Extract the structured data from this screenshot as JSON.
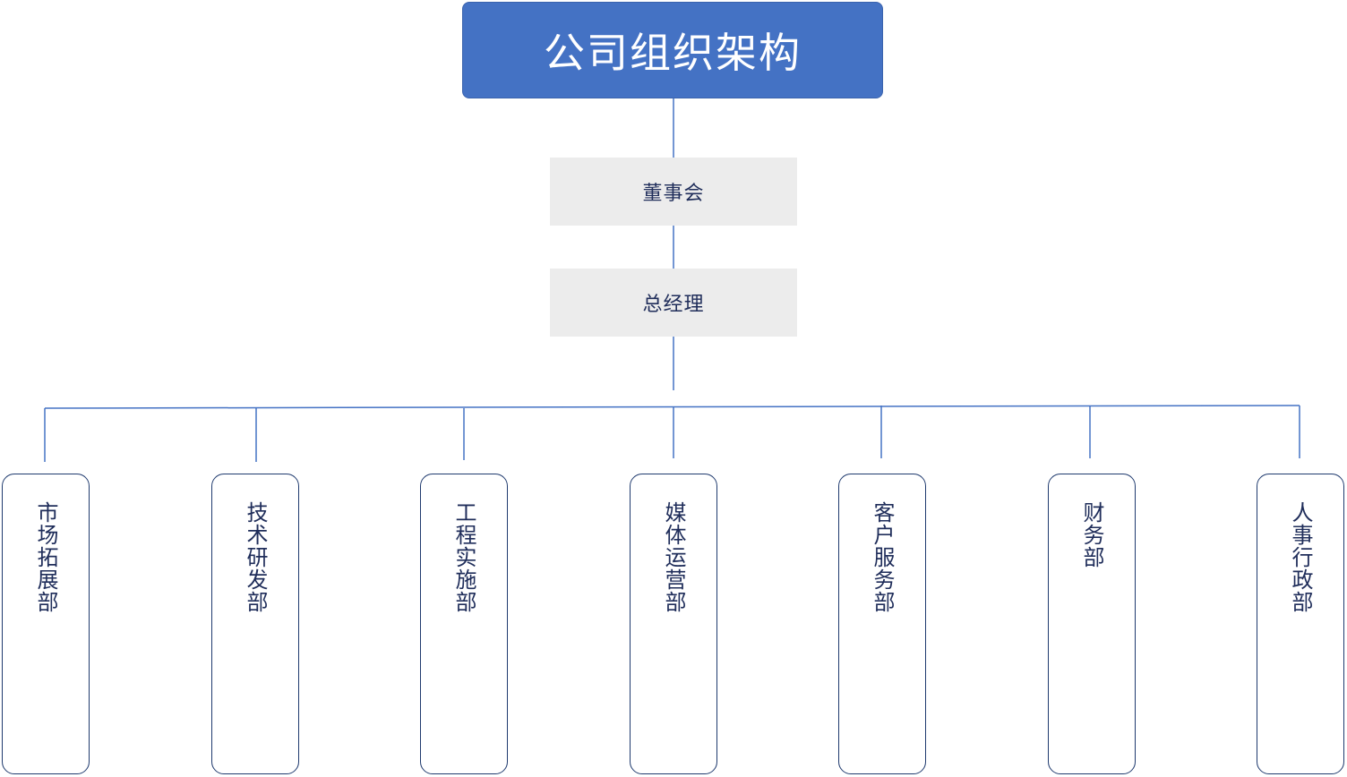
{
  "title": "公司组织架构",
  "board": "董事会",
  "general_manager": "总经理",
  "departments": [
    "市场拓展部",
    "技术研发部",
    "工程实施部",
    "媒体运营部",
    "客户服务部",
    "财务部",
    "人事行政部"
  ],
  "colors": {
    "title_fill": "#4472c4",
    "title_text": "#ffffff",
    "level_fill": "#ececec",
    "connector": "#4472c4",
    "dept_border": "#1f3a6e",
    "text": "#1f2d5a"
  }
}
